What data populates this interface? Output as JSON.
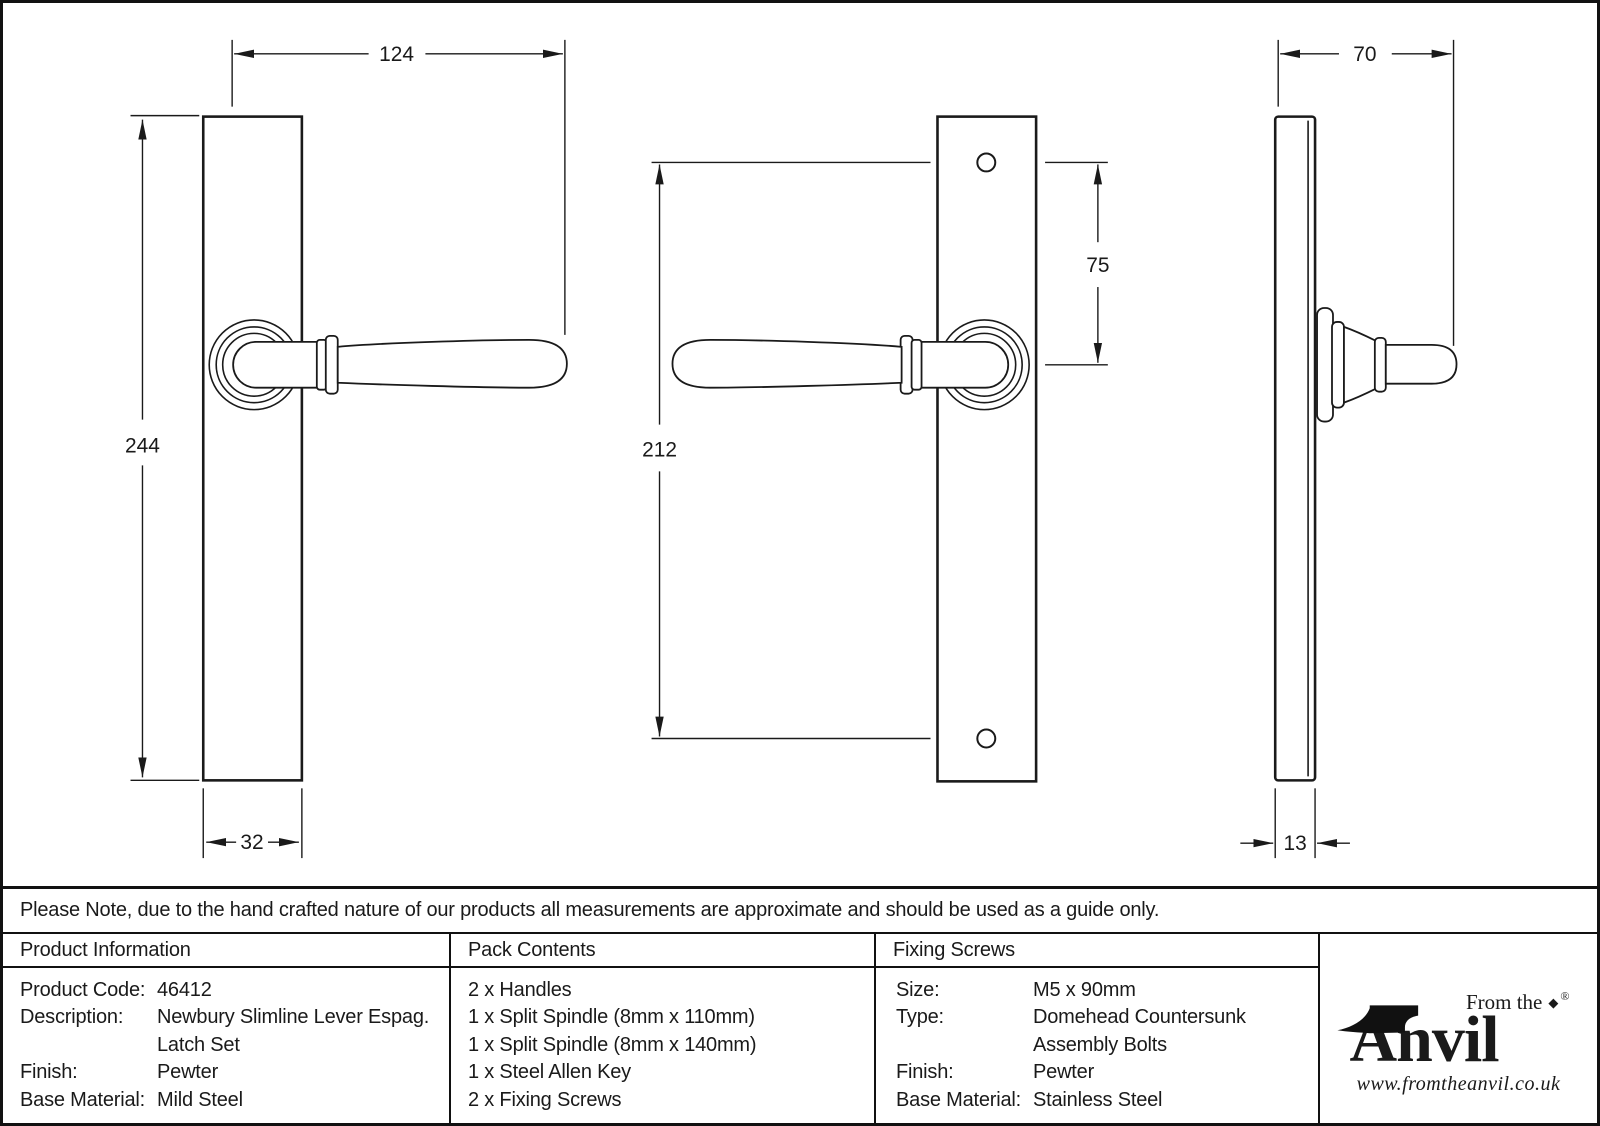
{
  "note": "Please Note, due to the hand crafted nature of our products all measurements are approximate and should be used as a guide only.",
  "dimensions": {
    "handle_length": "124",
    "plate_height": "244",
    "plate_width": "32",
    "fixing_centres": "212",
    "hole_to_handle": "75",
    "side_depth": "70",
    "plate_thickness": "13"
  },
  "product_information": {
    "header": "Product Information",
    "rows": [
      {
        "label": "Product Code:",
        "value": "46412"
      },
      {
        "label": "Description:",
        "value": "Newbury Slimline Lever Espag.",
        "value2": "Latch Set"
      },
      {
        "label": "Finish:",
        "value": "Pewter"
      },
      {
        "label": "Base Material:",
        "value": "Mild Steel"
      }
    ]
  },
  "pack_contents": {
    "header": "Pack Contents",
    "items": [
      "2 x Handles",
      "1 x Split Spindle (8mm x 110mm)",
      "1 x Split Spindle (8mm x 140mm)",
      "1 x Steel Allen Key",
      "2 x Fixing Screws"
    ]
  },
  "fixing_screws": {
    "header": "Fixing Screws",
    "rows": [
      {
        "label": "Size:",
        "value": "M5 x 90mm"
      },
      {
        "label": "Type:",
        "value": "Domehead Countersunk",
        "value2": "Assembly Bolts"
      },
      {
        "label": "Finish:",
        "value": "Pewter"
      },
      {
        "label": "Base Material:",
        "value": "Stainless Steel"
      }
    ]
  },
  "logo": {
    "tagline": "From the",
    "ornament": "◆",
    "registered": "®",
    "name_initial": "A",
    "name_rest": "nvil",
    "website": "www.fromtheanvil.co.uk"
  },
  "colors": {
    "line": "#1a1a1a",
    "background": "#ffffff"
  }
}
